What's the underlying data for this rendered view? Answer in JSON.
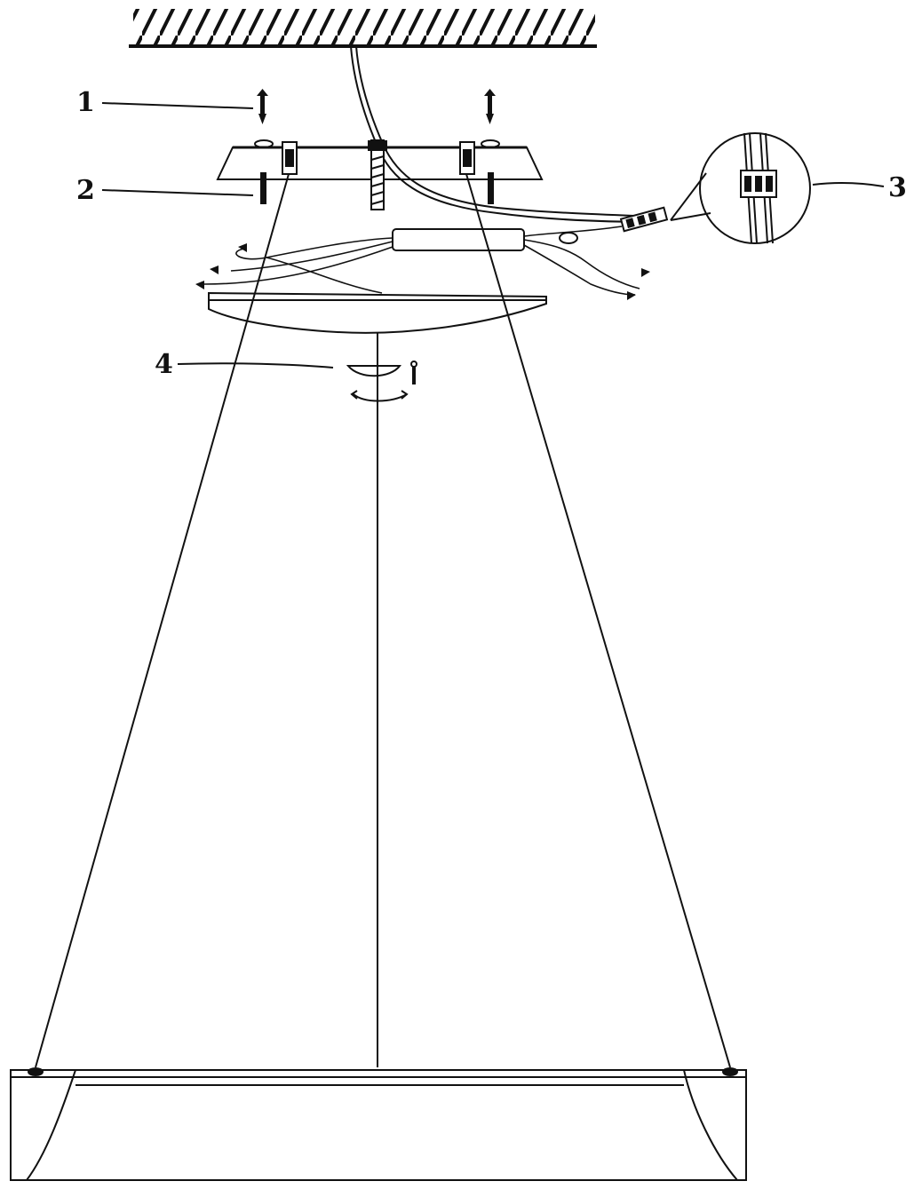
{
  "callouts": {
    "c1": "1",
    "c2": "2",
    "c3": "3",
    "c4": "4"
  },
  "colors": {
    "stroke": "#111111",
    "background": "#ffffff"
  }
}
